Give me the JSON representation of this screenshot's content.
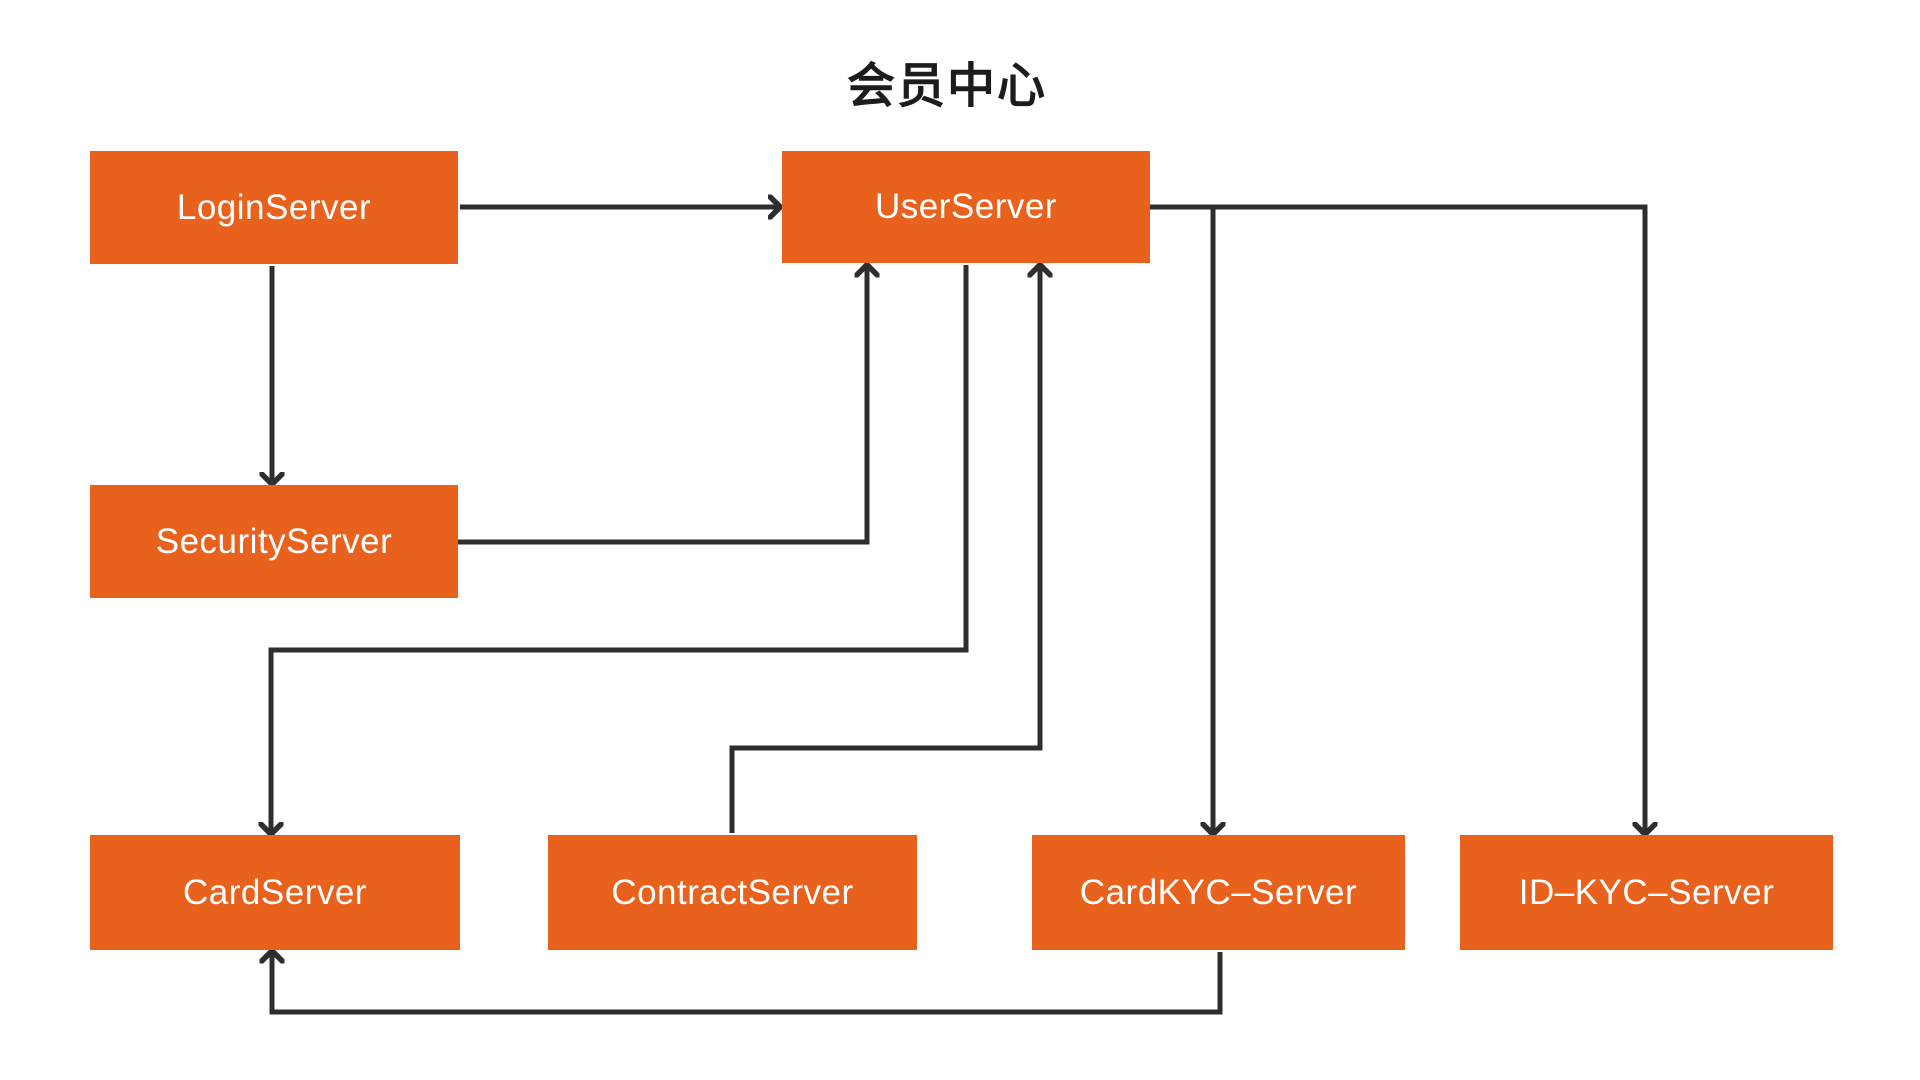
{
  "title": "会员中心",
  "colors": {
    "background": "#ffffff",
    "node_fill": "#e8611d",
    "node_text": "#ffffff",
    "edge": "#2e2e2e",
    "title_text": "#1c1c1e"
  },
  "nodes": [
    {
      "id": "loginserver",
      "label": "LoginServer"
    },
    {
      "id": "userserver",
      "label": "UserServer"
    },
    {
      "id": "securityserver",
      "label": "SecurityServer"
    },
    {
      "id": "cardserver",
      "label": "CardServer"
    },
    {
      "id": "contractserver",
      "label": "ContractServer"
    },
    {
      "id": "cardkycserver",
      "label": "CardKYC–Server"
    },
    {
      "id": "idkycserver",
      "label": "ID–KYC–Server"
    }
  ],
  "edges": [
    {
      "from": "LoginServer",
      "to": "UserServer"
    },
    {
      "from": "LoginServer",
      "to": "SecurityServer"
    },
    {
      "from": "SecurityServer",
      "to": "UserServer"
    },
    {
      "from": "UserServer",
      "to": "CardServer"
    },
    {
      "from": "ContractServer",
      "to": "UserServer"
    },
    {
      "from": "UserServer",
      "to": "CardKYC–Server"
    },
    {
      "from": "UserServer",
      "to": "ID–KYC–Server"
    },
    {
      "from": "CardKYC–Server",
      "to": "CardServer"
    }
  ]
}
